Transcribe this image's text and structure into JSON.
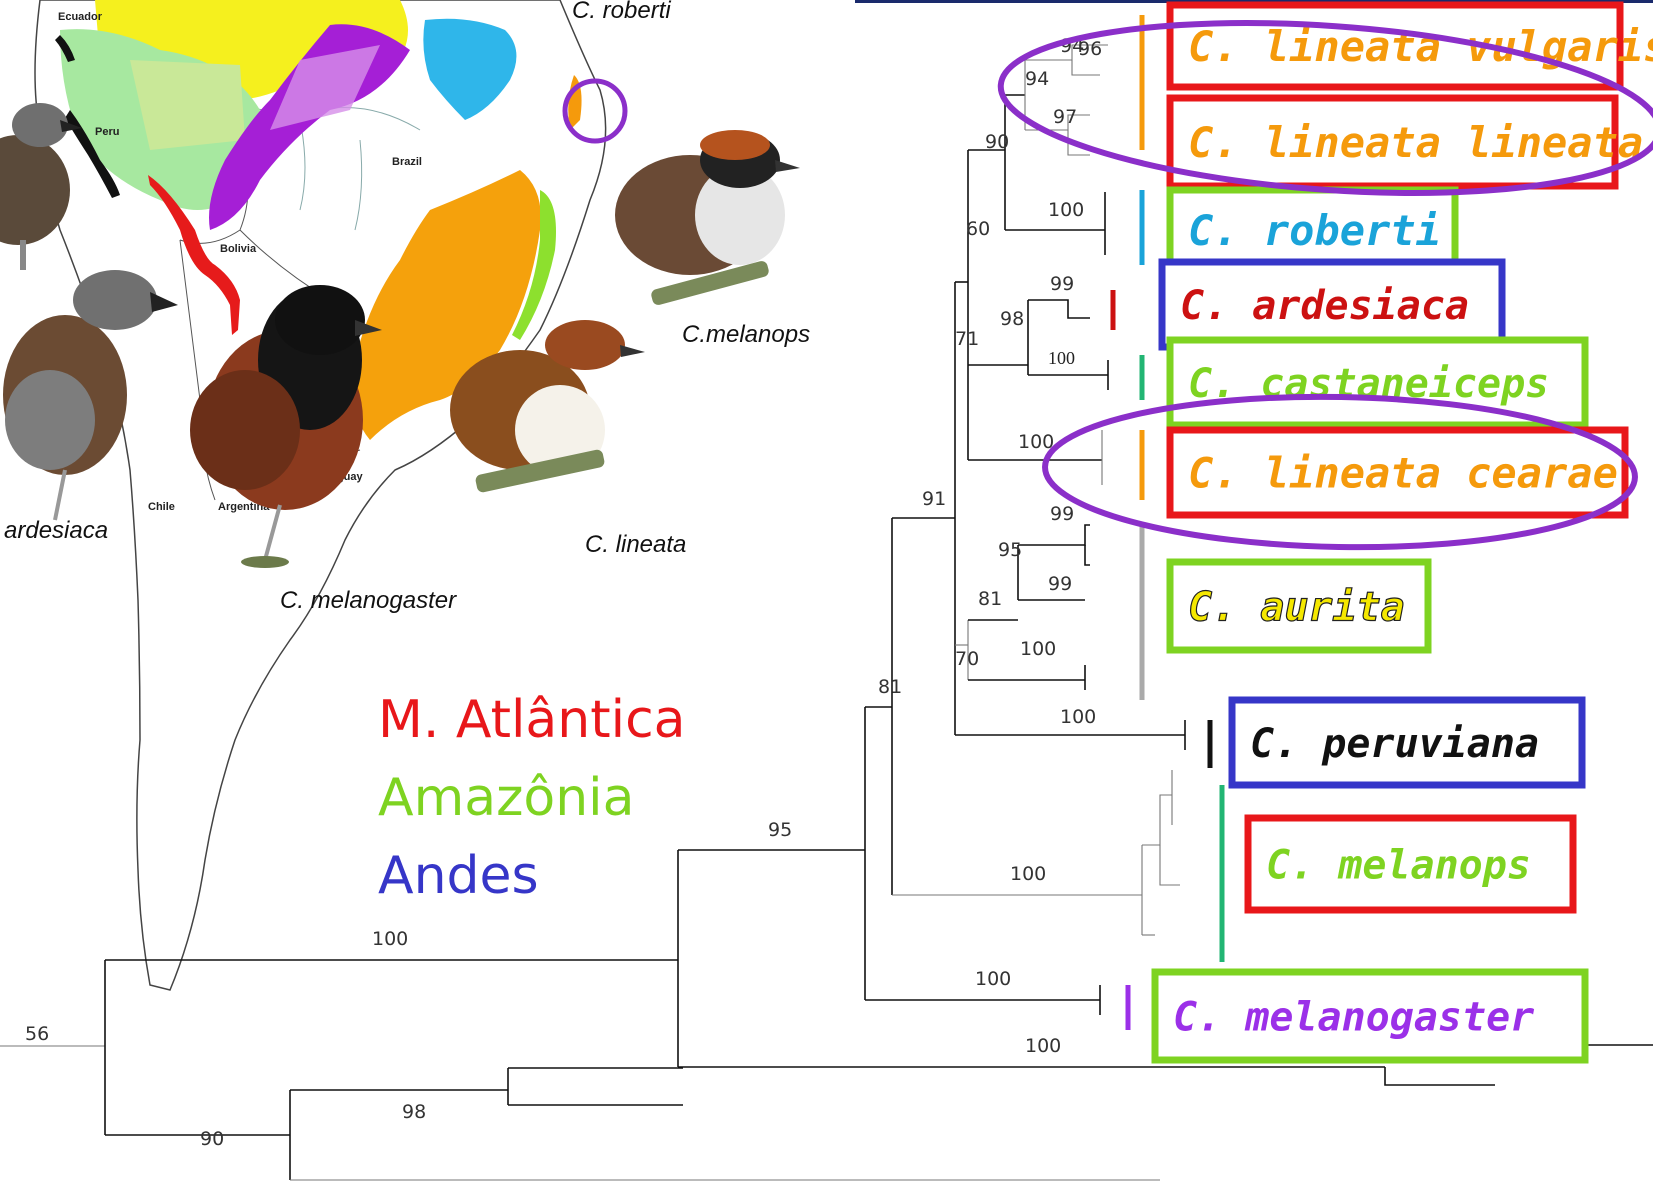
{
  "map": {
    "country_labels": [
      "Ecuador",
      "Peru",
      "Brazil",
      "Bolivia",
      "Chile",
      "Argentina",
      "Uruguay"
    ],
    "species_labels": {
      "roberti": "C. roberti",
      "melanops": "C.melanops",
      "ardesiaca": "ardesiaca",
      "lineata": "C. lineata",
      "melanogaster": "C. melanogaster"
    }
  },
  "legend": {
    "items": [
      {
        "label": "M. Atlântica",
        "color": "#e8171a"
      },
      {
        "label": "Amazônia",
        "color": "#7ed321"
      },
      {
        "label": "Andes",
        "color": "#3636c8"
      }
    ]
  },
  "tree": {
    "bootstrap": {
      "b96": "96",
      "b94a": "94",
      "b94b": "94",
      "b97": "97",
      "b90a": "90",
      "b100a": "100",
      "b60": "60",
      "b99a": "99",
      "b98a": "98",
      "b71": "71",
      "b100b": "100",
      "b100c": "100",
      "b91": "91",
      "b99b": "99",
      "b95a": "95",
      "b99c": "99",
      "b81a": "81",
      "b100d": "100",
      "b70": "70",
      "b81b": "81",
      "b100e": "100",
      "b95b": "95",
      "b100f": "100",
      "b100g": "100",
      "b100h": "100",
      "b100i": "100",
      "b56": "56",
      "b98b": "98",
      "b90b": "90"
    }
  },
  "taxa": [
    {
      "label": "C. lineata vulgaris",
      "text_color": "#f59a0c",
      "box_color": "#e8171a",
      "bar_color": "#f59a0c"
    },
    {
      "label": "C. lineata lineata",
      "text_color": "#f59a0c",
      "box_color": "#e8171a",
      "bar_color": "#f59a0c"
    },
    {
      "label": "C. roberti",
      "text_color": "#1aa3d9",
      "box_color": "#7ed321",
      "bar_color": "#1aa3d9"
    },
    {
      "label": "C. ardesiaca",
      "text_color": "#cc1111",
      "box_color": "#3636c8",
      "bar_color": "#cc1111"
    },
    {
      "label": "C. castaneiceps",
      "text_color": "#7ed321",
      "box_color": "#7ed321",
      "bar_color": "#22b573"
    },
    {
      "label": "C. lineata cearae",
      "text_color": "#f59a0c",
      "box_color": "#e8171a",
      "bar_color": "#f59a0c"
    },
    {
      "label": "C. aurita",
      "text_color": "#f5e800",
      "box_color": "#7ed321",
      "bar_color": "#aaaaaa"
    },
    {
      "label": "C. peruviana",
      "text_color": "#111111",
      "box_color": "#3636c8",
      "bar_color": "#111111"
    },
    {
      "label": "C. melanops",
      "text_color": "#7ed321",
      "box_color": "#e8171a",
      "bar_color": "#22b573"
    },
    {
      "label": "C. melanogaster",
      "text_color": "#9b30e8",
      "box_color": "#7ed321",
      "bar_color": "#9b30e8"
    }
  ],
  "highlight_color": "#8b2fc9"
}
